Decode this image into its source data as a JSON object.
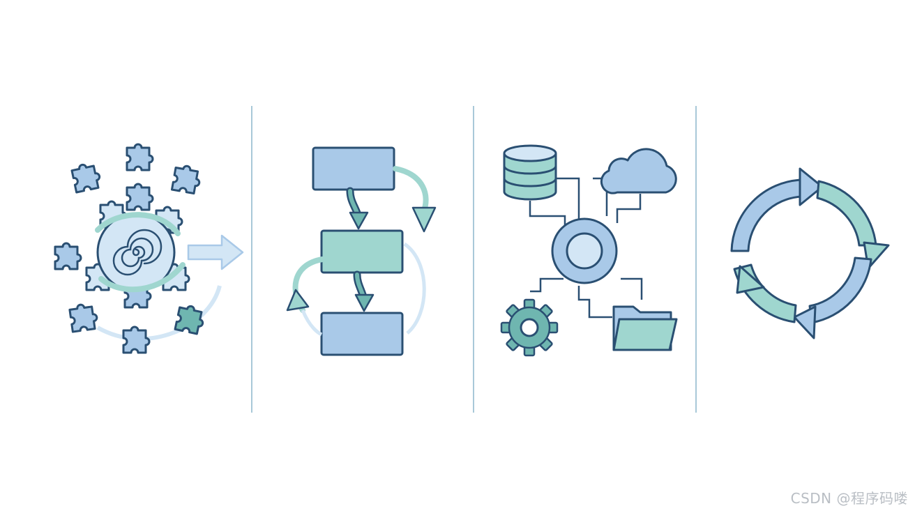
{
  "watermark": "CSDN @程序码喽",
  "colors": {
    "outline": "#2a4f72",
    "blue_fill": "#a9c9e8",
    "blue_light": "#d3e6f5",
    "teal_fill": "#9fd6cf",
    "teal_dark": "#6fb6b0",
    "divider": "#a8c8d8"
  },
  "panels": [
    {
      "id": "puzzle",
      "icons": [
        "puzzle-piece-icon",
        "spiral-icon",
        "arrow-right-icon"
      ]
    },
    {
      "id": "flowchart",
      "icons": [
        "process-box-icon",
        "curved-arrow-icon"
      ]
    },
    {
      "id": "network",
      "icons": [
        "database-icon",
        "cloud-icon",
        "hub-node-icon",
        "gear-icon",
        "folder-icon"
      ]
    },
    {
      "id": "cycle",
      "icons": [
        "cycle-arrows-icon"
      ]
    }
  ]
}
